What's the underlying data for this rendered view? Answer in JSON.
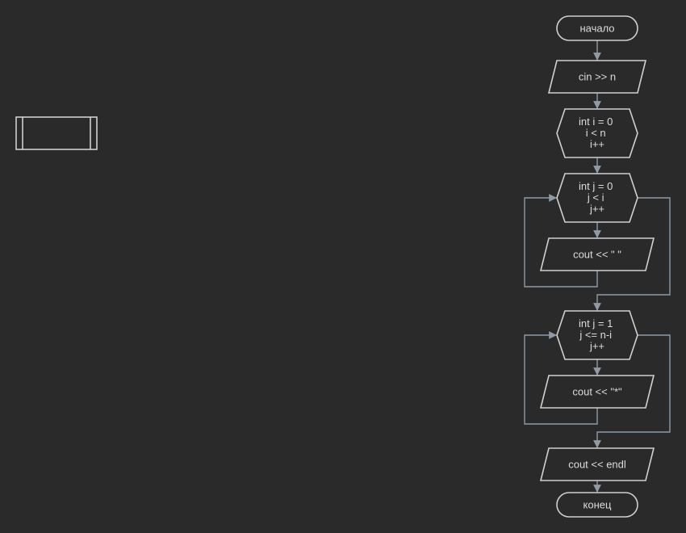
{
  "flowchart": {
    "start": "начало",
    "input": "cin >> n",
    "outer_loop": [
      "int i = 0",
      "i < n",
      "i++"
    ],
    "space_loop": [
      "int j = 0",
      "j < i",
      "j++"
    ],
    "print_space": "cout << \" \"",
    "star_loop": [
      "int j = 1",
      "j <= n-i",
      "j++"
    ],
    "print_star": "cout << \"*\"",
    "print_endl": "cout << endl",
    "end": "конец"
  }
}
